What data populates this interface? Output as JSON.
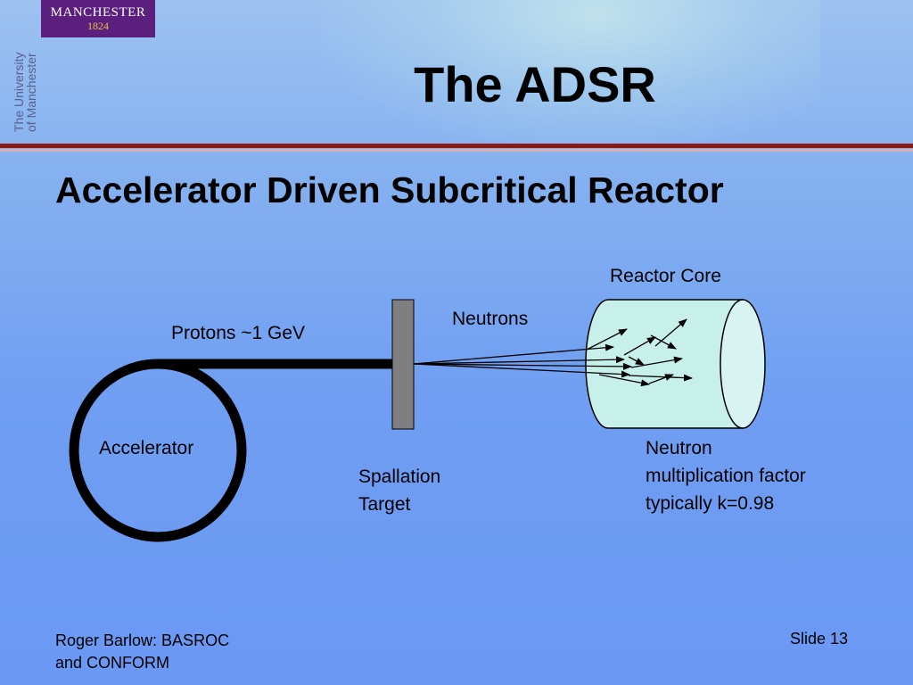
{
  "logo": {
    "name": "MANCHESTER",
    "year": "1824"
  },
  "brand_vertical": {
    "line1": "The University",
    "line2": "of Manchester"
  },
  "title": "The ADSR",
  "subtitle": "Accelerator Driven Subcritical Reactor",
  "diagram": {
    "labels": {
      "reactor_core": "Reactor Core",
      "neutrons": "Neutrons",
      "protons": "Protons ~1 GeV",
      "accelerator": "Accelerator",
      "target_line1": "Spallation",
      "target_line2": "Target",
      "k_line1": "Neutron",
      "k_line2": "multiplication factor",
      "k_line3": "typically k=0.98"
    }
  },
  "footer": {
    "author_line1": "Roger Barlow: BASROC",
    "author_line2": "and CONFORM",
    "slide": "Slide 13"
  },
  "colors": {
    "logo_bg": "#5b1f7d",
    "rule": "#8a1a1a",
    "reactor_fill": "#c8f0ea",
    "target_fill": "#7f7f7f"
  }
}
